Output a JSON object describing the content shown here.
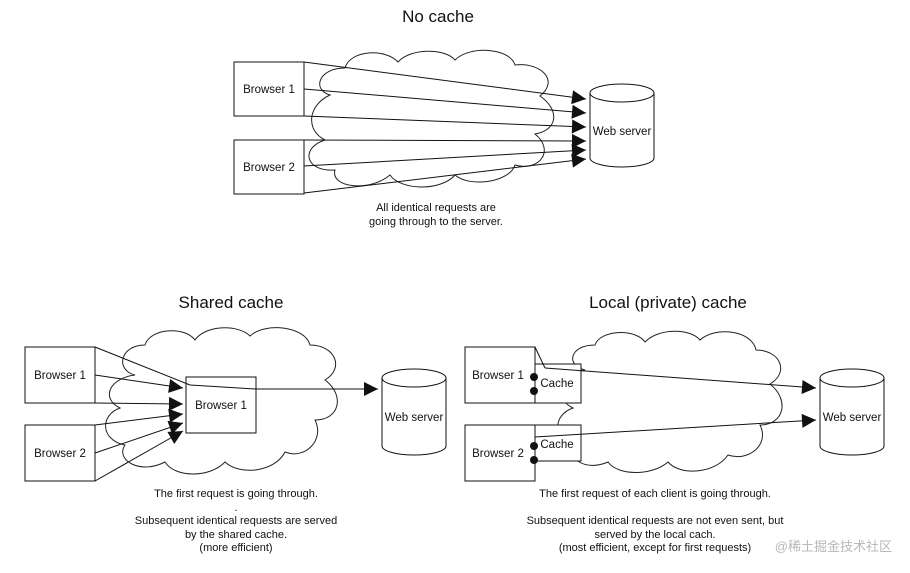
{
  "no_cache": {
    "title": "No cache",
    "browser1": "Browser 1",
    "browser2": "Browser 2",
    "server": "Web server",
    "caption_line1": "All identical requests are",
    "caption_line2": "going through to the server."
  },
  "shared_cache": {
    "title": "Shared cache",
    "browser1": "Browser 1",
    "browser2": "Browser 2",
    "proxy": "Browser 1",
    "server": "Web server",
    "caption_line1": "The first request is going through.",
    "caption_dot": ".",
    "caption_line2": "Subsequent identical requests are served",
    "caption_line3": "by the shared cache.",
    "caption_line4": "(more efficient)"
  },
  "local_cache": {
    "title": "Local (private) cache",
    "browser1": "Browser 1",
    "browser2": "Browser 2",
    "cache1": "Cache",
    "cache2": "Cache",
    "server": "Web server",
    "caption_line1": "The first request of each client is going through.",
    "caption_line2": "Subsequent identical requests are not even sent, but",
    "caption_line3": "served by the local cach.",
    "caption_line4": "(most efficient, except for first requests)"
  },
  "watermark": "@稀土掘金技术社区"
}
